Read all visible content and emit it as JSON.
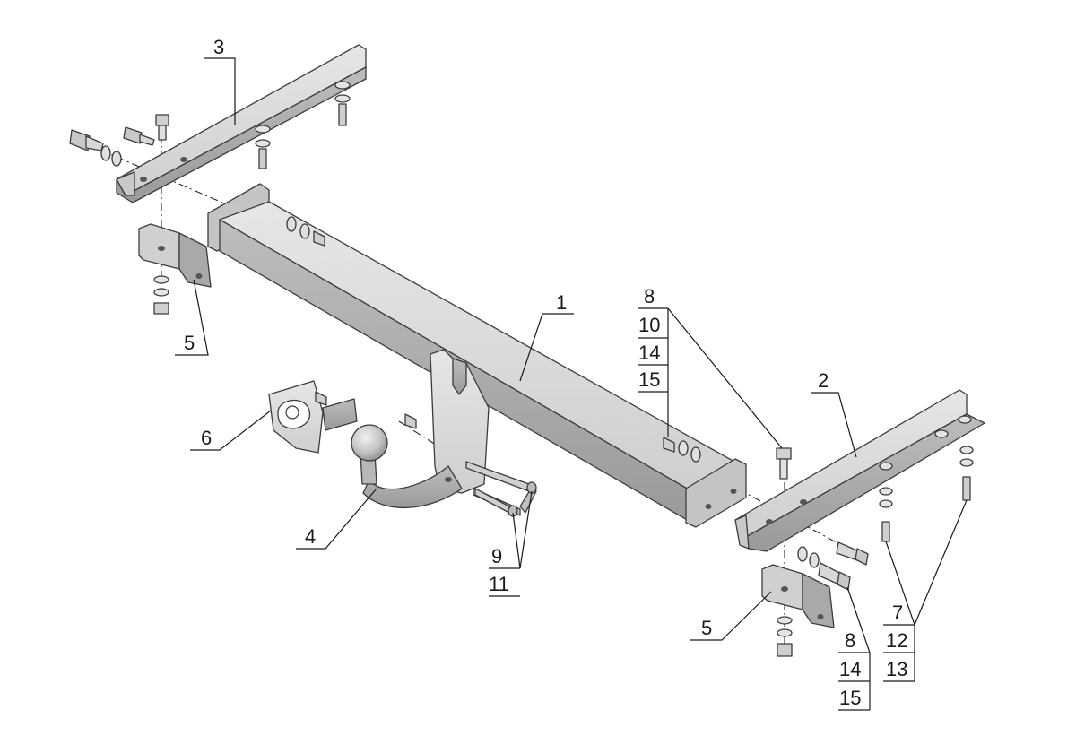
{
  "diagram": {
    "callouts": {
      "c1": "1",
      "c2": "2",
      "c3": "3",
      "c4": "4",
      "c5_left": "5",
      "c5_right": "5",
      "c6": "6",
      "stack_mid": [
        "8",
        "10",
        "14",
        "15"
      ],
      "stack_bottom": [
        "9",
        "11"
      ],
      "stack_right_a": [
        "8",
        "14",
        "15"
      ],
      "stack_right_b": [
        "7",
        "12",
        "13"
      ]
    }
  },
  "colors": {
    "metal_light": "#d9d9d9",
    "metal_mid": "#bdbdbd",
    "metal_dark": "#8f8f8f",
    "outline": "#3c3c3c",
    "text": "#1a1a1a"
  }
}
